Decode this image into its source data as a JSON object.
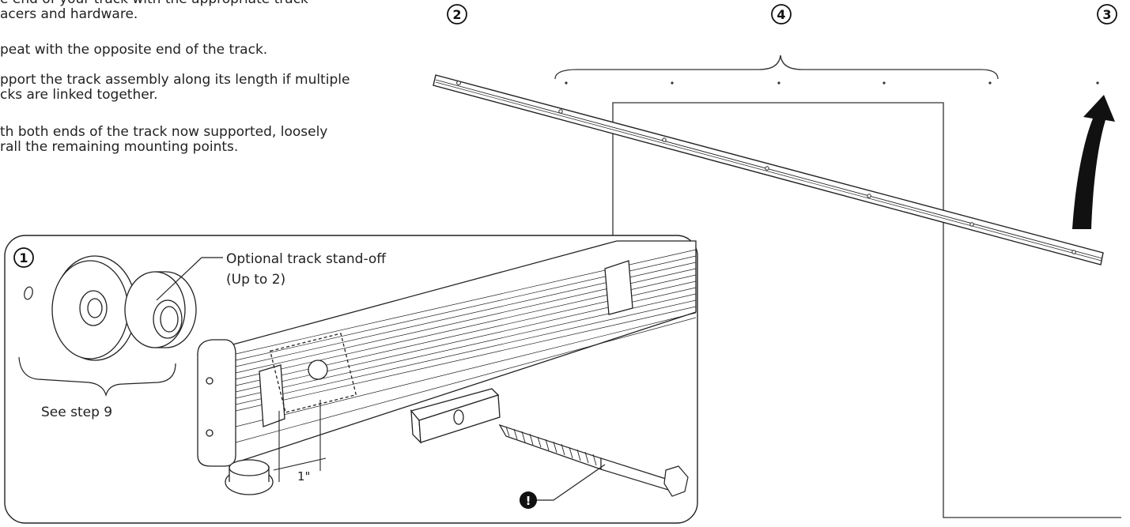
{
  "instructions": {
    "step1": "e end of your track with the appropriate track\nacers and hardware.",
    "step2": "peat with the opposite end of the track.",
    "step3": "pport the track assembly along its length if multiple\ncks are linked together.",
    "step4": "th both ends of the track now supported, loosely\nrall the remaining mounting points."
  },
  "callouts": {
    "c1": "1",
    "c2": "2",
    "c3": "3",
    "c4": "4",
    "warning": "!"
  },
  "detail": {
    "standoff_label": "Optional track stand-off",
    "standoff_qty": "(Up to 2)",
    "see_step": "See step 9",
    "dimension": "1\""
  },
  "icons": {
    "arrow": "curved-lift-arrow-icon",
    "warning": "warning-icon"
  },
  "colors": {
    "ink": "#222222",
    "arrow_fill": "#111111"
  }
}
